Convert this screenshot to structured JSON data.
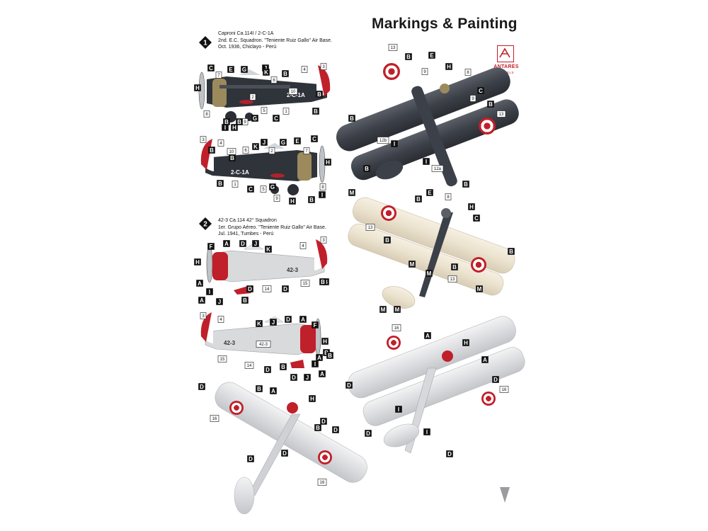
{
  "page": {
    "title": "Markings & Painting"
  },
  "brand": {
    "name": "ANTARES",
    "subline": "MODELS"
  },
  "schemes": [
    {
      "number": "1",
      "caption": [
        "Caproni Ca.114I / 2-C-1A",
        "2nd. E.C. Squadron. \"Teniente Ruiz Gallo\" Air Base.",
        "Oct. 1936, Chiclayo - Perú"
      ],
      "fuselage_code": "2-C-1A"
    },
    {
      "number": "2",
      "caption": [
        "42-3 Ca.114  42° Squadron",
        "1er. Grupo Aéreo. \"Teniente Ruiz Gallo\" Air Base.",
        "Jul. 1941, Tumbes - Perú"
      ],
      "fuselage_code": "42-3"
    }
  ],
  "callouts": {
    "s1_side_a": [
      "C",
      "7",
      "E",
      "G",
      "J",
      "K",
      "B",
      "6",
      "10",
      "4",
      "3",
      "H",
      "B",
      "8",
      "2",
      "5",
      "1",
      "C",
      "G",
      "9",
      "B",
      "B",
      "I",
      "H",
      "B"
    ],
    "s1_side_b": [
      "3",
      "4",
      "B",
      "10",
      "B",
      "6",
      "K",
      "J",
      "G",
      "E",
      "C",
      "7",
      "H",
      "2",
      "B",
      "1",
      "C",
      "5",
      "G",
      "9",
      "H",
      "B",
      "I",
      "8"
    ],
    "s1_top": [
      "13",
      "B",
      "E",
      "9",
      "H",
      "8",
      "C",
      "9",
      "B",
      "13",
      "B",
      "12b",
      "I",
      "B",
      "I",
      "12a",
      "B"
    ],
    "s2_side_a": [
      "F",
      "A",
      "D",
      "J",
      "K",
      "4",
      "3",
      "H",
      "B",
      "A",
      "I",
      "A",
      "J",
      "D",
      "B",
      "14",
      "D",
      "15",
      "B"
    ],
    "s2_side_b": [
      "3",
      "4",
      "K",
      "J",
      "D",
      "A",
      "F",
      "42-3",
      "H",
      "B",
      "15",
      "14",
      "D",
      "I",
      "A",
      "B",
      "J",
      "D",
      "B",
      "A"
    ],
    "s2_top_cream": [
      "M",
      "B",
      "E",
      "8",
      "H",
      "C",
      "13",
      "B",
      "M",
      "M",
      "B",
      "B",
      "M",
      "13",
      "M",
      "M"
    ],
    "s2_top_silver_a": [
      "D",
      "B",
      "A",
      "H",
      "16",
      "D",
      "B",
      "D",
      "D",
      "D",
      "16"
    ],
    "s2_top_silver_b": [
      "16",
      "A",
      "H",
      "D",
      "A",
      "D",
      "16",
      "I",
      "D",
      "I",
      "D"
    ]
  },
  "colors": {
    "accent_red": "#c0202a",
    "dark_gray": "#3c4048",
    "silver": "#d9dadc",
    "cream": "#eee6d4"
  }
}
